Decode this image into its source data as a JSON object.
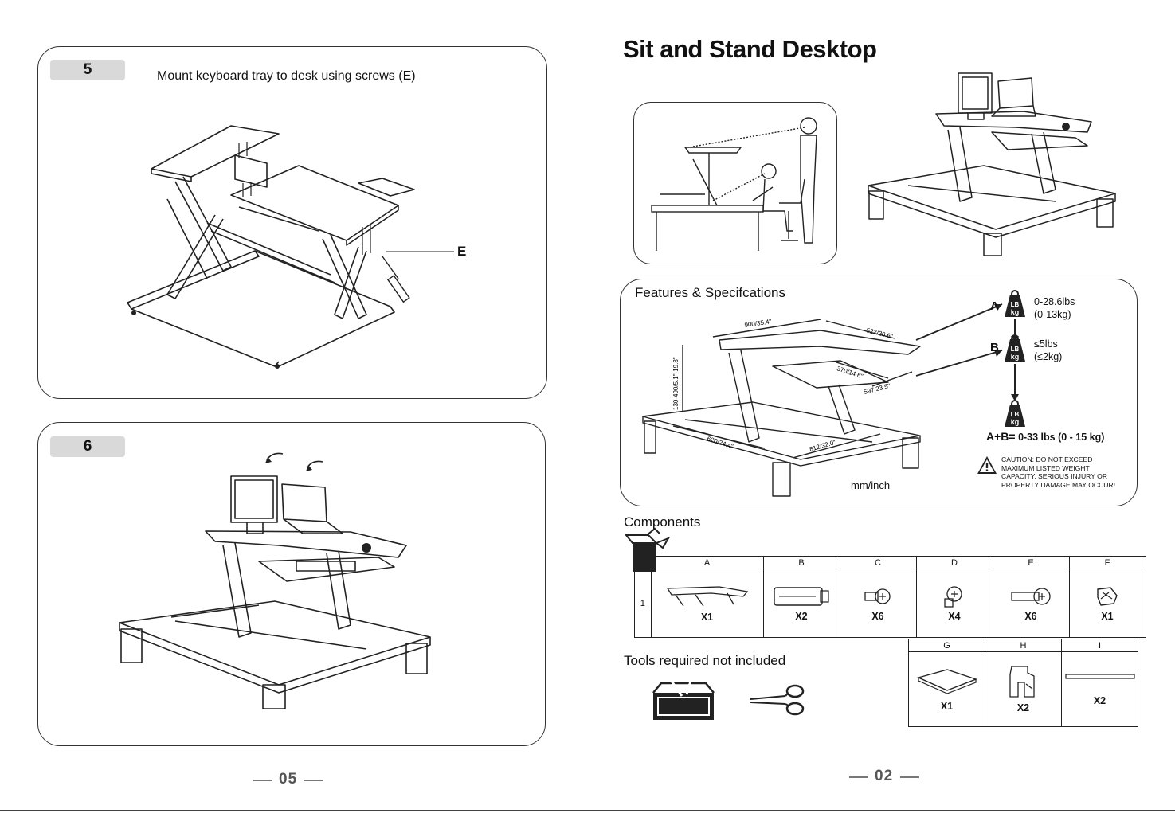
{
  "step5": {
    "number": "5",
    "instruction": "Mount keyboard tray to desk using screws (E)",
    "callout": "E"
  },
  "step6": {
    "number": "6"
  },
  "page_left": "05",
  "page_right": "02",
  "title": "Sit and Stand Desktop",
  "features": {
    "title": "Features & Specifcations",
    "dims": {
      "width": "900/35.4\"",
      "depth_top": "522/20.6\"",
      "tray_width": "370/14.6\"",
      "tray_depth": "597/23.5\"",
      "height": "130-490/5.1\"-19.3\"",
      "base_depth": "620/24.4\"",
      "base_width": "812/32.0\""
    },
    "units": "mm/inch",
    "weight_icon": "LB\nkg",
    "load_a": {
      "letter": "A",
      "lbs": "0-28.6lbs",
      "kg": "(0-13kg)"
    },
    "load_b": {
      "letter": "B",
      "lbs": "≤5lbs",
      "kg": "(≤2kg)"
    },
    "total": {
      "label": "A+B=",
      "value": "0-33 lbs (0 - 15 kg)"
    },
    "caution": "CAUTION: DO NOT EXCEED MAXIMUM LISTED WEIGHT CAPACITY. SERIOUS INJURY OR PROPERTY DAMAGE MAY OCCUR!"
  },
  "components": {
    "title": "Components",
    "row_label": "1",
    "items": [
      {
        "letter": "A",
        "qty": "X1",
        "icon": "desktop-unit-icon"
      },
      {
        "letter": "B",
        "qty": "X2",
        "icon": "cable-clip-icon"
      },
      {
        "letter": "C",
        "qty": "X6",
        "icon": "short-screw-icon"
      },
      {
        "letter": "D",
        "qty": "X4",
        "icon": "washer-screw-icon"
      },
      {
        "letter": "E",
        "qty": "X6",
        "icon": "long-screw-icon"
      },
      {
        "letter": "F",
        "qty": "X1",
        "icon": "mount-clip-icon"
      },
      {
        "letter": "G",
        "qty": "X1",
        "icon": "keyboard-tray-icon"
      },
      {
        "letter": "H",
        "qty": "X2",
        "icon": "tray-bracket-icon"
      },
      {
        "letter": "I",
        "qty": "X2",
        "icon": "rod-icon"
      }
    ]
  },
  "tools": {
    "title": "Tools required not included"
  }
}
